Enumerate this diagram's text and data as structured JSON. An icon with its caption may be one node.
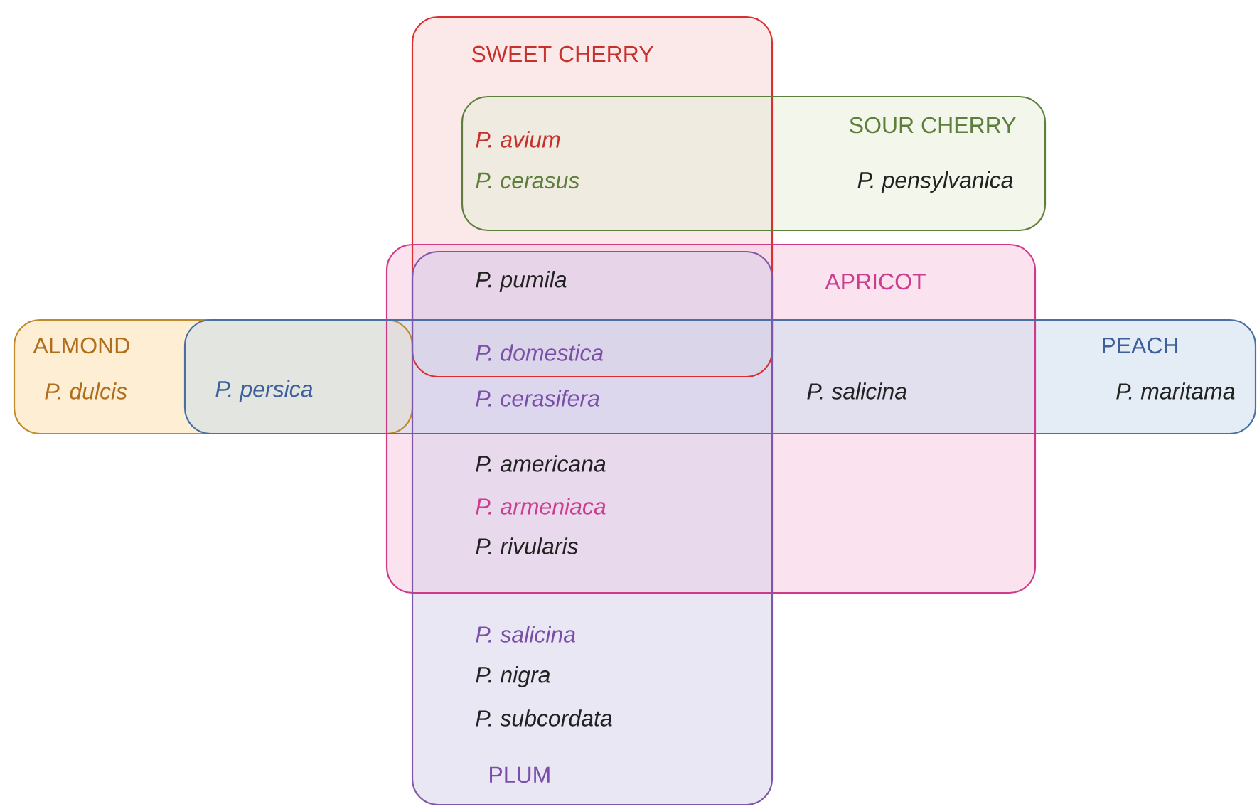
{
  "diagram": {
    "nodes": [
      {
        "text": [
          "SWEET CHERRY"
        ]
      },
      {
        "text": [
          "SOUR CHERRY"
        ]
      },
      {
        "text": [
          "APRICOT"
        ]
      },
      {
        "text": [
          "ALMOND"
        ]
      },
      {
        "text": [
          "PEACH"
        ]
      },
      {
        "text": [
          "PLUM"
        ]
      }
    ],
    "labels": [
      "P. avium",
      "P. cerasus",
      "P. pensylvanica",
      "P. pumila",
      "P. domestica",
      "P. dulcis",
      "P. persica",
      "P. cerasifera",
      "P. salicina",
      "P. maritama",
      "P. americana",
      "P. armeniaca",
      "P. rivularis",
      "P. salicina",
      "P. nigra",
      "P. subcordata"
    ]
  }
}
